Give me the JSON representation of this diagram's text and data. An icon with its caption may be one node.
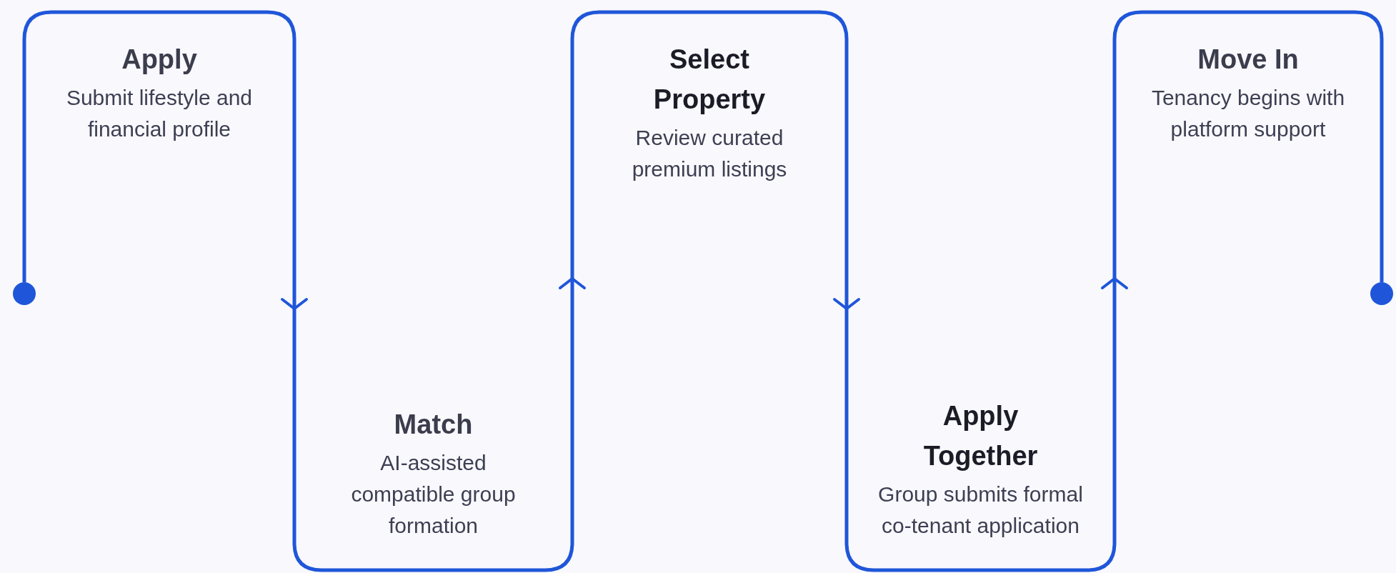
{
  "diagram": {
    "nodes": [
      {
        "text": [],
        "shape": "circle"
      },
      {
        "text": [
          "Apply",
          "Submit lifestyle and financial profile"
        ]
      },
      {
        "text": [
          "Match",
          "AI-assisted compatible group formation"
        ]
      },
      {
        "text": [
          "Select Property",
          "Review curated premium listings"
        ]
      },
      {
        "text": [
          "Apply Together",
          "Group submits formal co-tenant application"
        ]
      },
      {
        "text": [
          "Move In",
          "Tenancy begins with platform support"
        ]
      },
      {
        "text": [],
        "shape": "circle"
      }
    ],
    "edges": [
      {
        "from": 0,
        "to": 1,
        "arrow": "none"
      },
      {
        "from": 1,
        "to": 2,
        "arrow": "to"
      },
      {
        "from": 2,
        "to": 3,
        "arrow": "to"
      },
      {
        "from": 3,
        "to": 4,
        "arrow": "to"
      },
      {
        "from": 4,
        "to": 5,
        "arrow": "to"
      },
      {
        "from": 5,
        "to": 6,
        "arrow": "none"
      }
    ]
  }
}
